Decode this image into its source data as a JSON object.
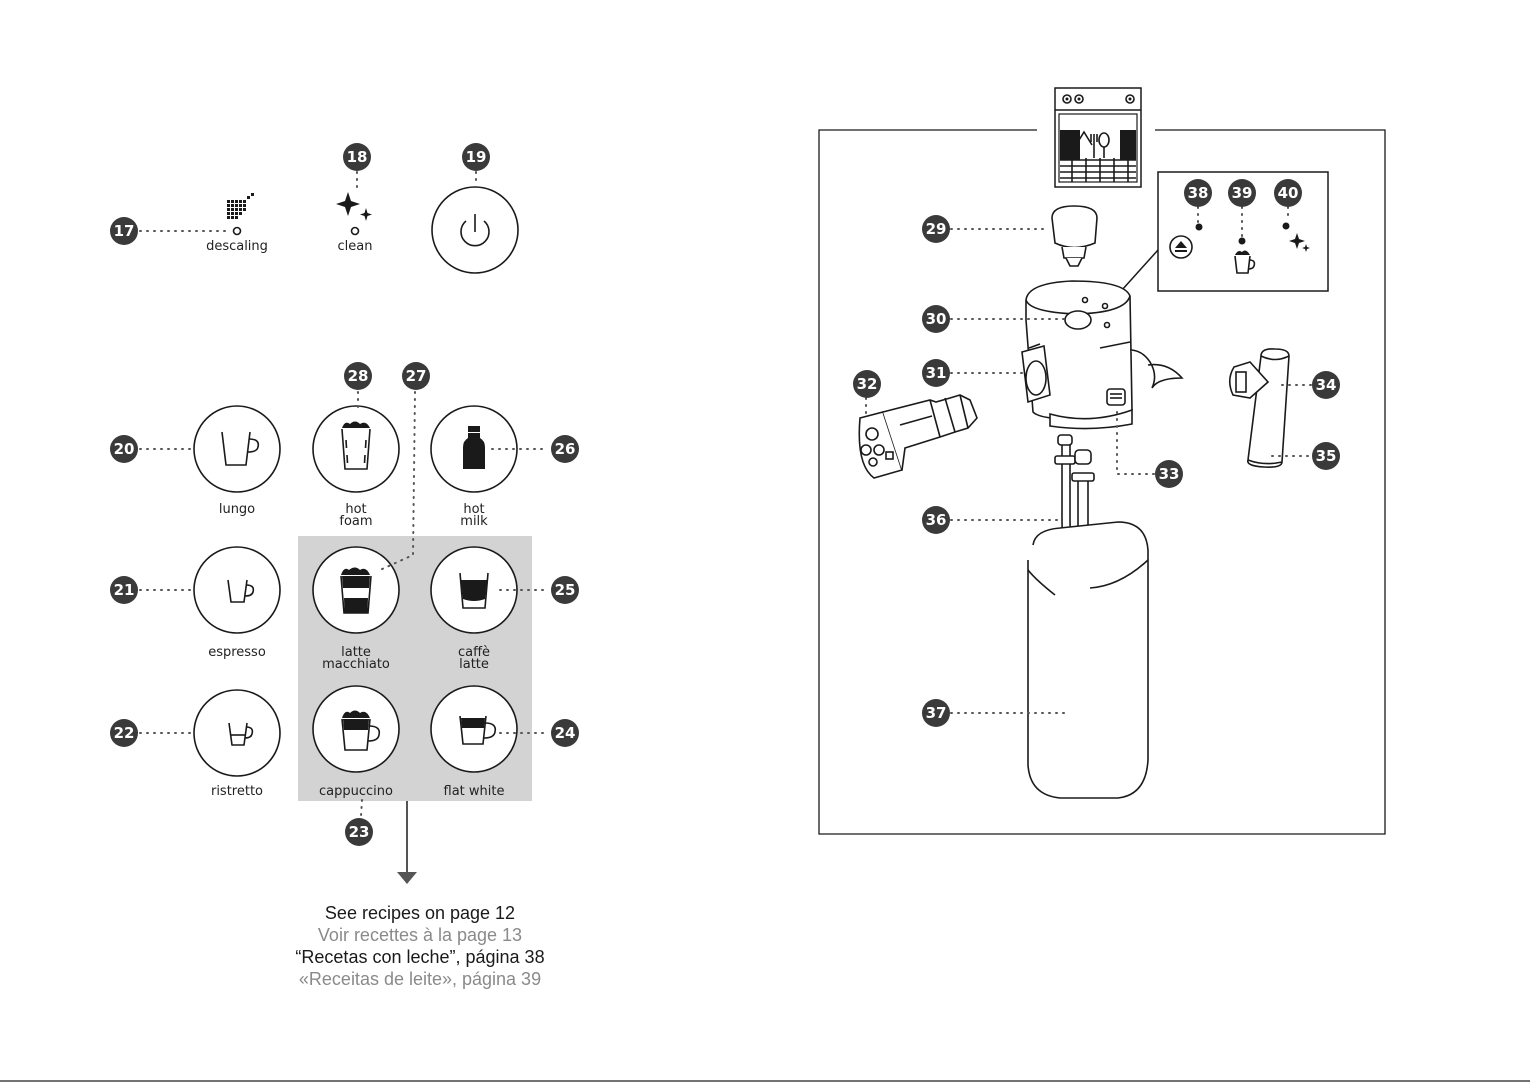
{
  "buttons_top": {
    "descaling_label": "descaling",
    "clean_label": "clean"
  },
  "drinks": {
    "lungo": "lungo",
    "hot_foam_1": "hot",
    "hot_foam_2": "foam",
    "hot_milk_1": "hot",
    "hot_milk_2": "milk",
    "espresso": "espresso",
    "latte_macchiato_1": "latte",
    "latte_macchiato_2": "macchiato",
    "caffe_latte_1": "caffè",
    "caffe_latte_2": "latte",
    "ristretto": "ristretto",
    "cappuccino": "cappuccino",
    "flat_white": "flat white"
  },
  "callouts": [
    "17",
    "18",
    "19",
    "20",
    "21",
    "22",
    "23",
    "24",
    "25",
    "26",
    "27",
    "28",
    "29",
    "30",
    "31",
    "32",
    "33",
    "34",
    "35",
    "36",
    "37",
    "38",
    "39",
    "40"
  ],
  "recipe_refs": {
    "en": "See recipes on page 12",
    "fr": "Voir recettes à la page 13",
    "es": "“Recetas con leche”, página 38",
    "pt": "«Receitas de leite», página 39"
  },
  "colors": {
    "callout": "#3a3a3a",
    "highlight_panel": "#d3d3d3",
    "ref_muted": "#8a8a8a",
    "ref_dark": "#1a1a1a"
  },
  "icons": {
    "descaling": "descaling-icon",
    "clean": "sparkle-icon",
    "power": "power-icon",
    "dishwasher": "dishwasher-icon",
    "eject": "eject-icon"
  }
}
